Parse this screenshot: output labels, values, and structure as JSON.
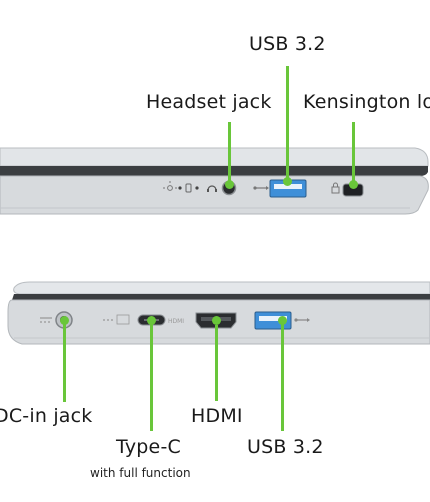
{
  "colors": {
    "leader": "#69c63a",
    "chassis": "#d9dcdf",
    "chassis_dark": "#3a3d40",
    "usb_blue": "#3f8fd8"
  },
  "top_view": {
    "labels": {
      "usb": "USB 3.2",
      "headset": "Headset jack",
      "kensington": "Kensington lo"
    },
    "ports": [
      "status-lights",
      "headset-jack",
      "usb-a-port",
      "kensington-lock-slot"
    ]
  },
  "bottom_view": {
    "labels": {
      "dc_in": "DC-in jack",
      "type_c": "Type-C",
      "type_c_sub": "with full function",
      "hdmi": "HDMI",
      "usb": "USB 3.2"
    },
    "ports": [
      "dc-in-jack",
      "type-c-port",
      "hdmi-port",
      "usb-a-port"
    ]
  }
}
